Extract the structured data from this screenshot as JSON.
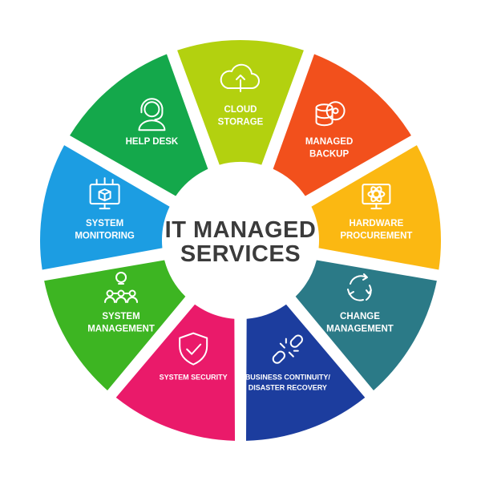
{
  "title": {
    "line1": "IT MANAGED",
    "line2": "SERVICES"
  },
  "segments": [
    {
      "lines": [
        "CLOUD",
        "STORAGE"
      ],
      "color": "#b3d10f",
      "icon": "cloud-upload-icon"
    },
    {
      "lines": [
        "MANAGED",
        "BACKUP"
      ],
      "color": "#f2501c",
      "icon": "database-disc-icon"
    },
    {
      "lines": [
        "HARDWARE",
        "PROCUREMENT"
      ],
      "color": "#fbb812",
      "icon": "monitor-atom-icon"
    },
    {
      "lines": [
        "CHANGE",
        "MANAGEMENT"
      ],
      "color": "#2b7a87",
      "icon": "cycle-arrows-icon"
    },
    {
      "lines": [
        "BUSINESS CONTINUITY/",
        "DISASTER RECOVERY"
      ],
      "color": "#1c3d9e",
      "icon": "broken-chain-icon"
    },
    {
      "lines": [
        "SYSTEM SECURITY"
      ],
      "color": "#ea1a6a",
      "icon": "shield-check-icon"
    },
    {
      "lines": [
        "SYSTEM",
        "MANAGEMENT"
      ],
      "color": "#3db522",
      "icon": "team-idea-icon"
    },
    {
      "lines": [
        "SYSTEM",
        "MONITORING"
      ],
      "color": "#1c9de2",
      "icon": "monitor-cube-icon"
    },
    {
      "lines": [
        "HELP DESK"
      ],
      "color": "#14a84b",
      "icon": "headset-agent-icon"
    }
  ]
}
